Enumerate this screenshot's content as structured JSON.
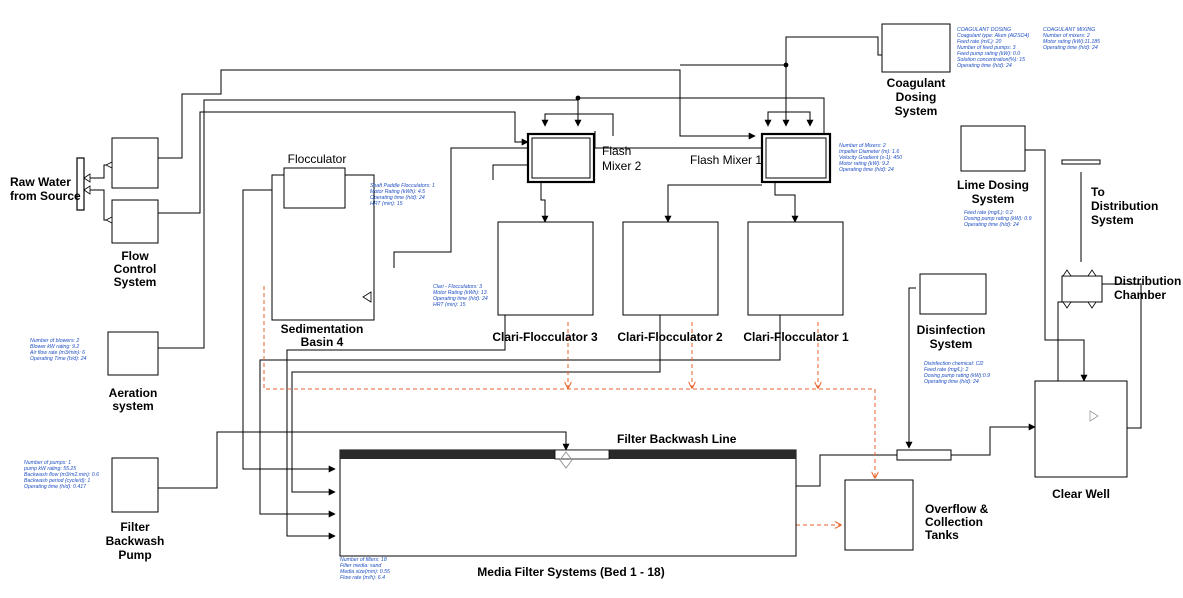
{
  "colors": {
    "block_stroke": "#000000",
    "wire": "#000000",
    "overflow_wire": "#e8622a",
    "note_text": "#1f4fc4",
    "bar_fill": "#2a2a2a"
  },
  "labels": {
    "raw_water": [
      "Raw Water",
      "from Source"
    ],
    "flow_control": [
      "Flow",
      "Control",
      "System"
    ],
    "aeration": [
      "Aeration",
      "system"
    ],
    "backwash_pump": [
      "Filter",
      "Backwash",
      "Pump"
    ],
    "flocculator": "Flocculator",
    "sedimentation": [
      "Sedimentation",
      "Basin 4"
    ],
    "flash_mixer_2": [
      "Flash",
      "Mixer 2"
    ],
    "flash_mixer_1": "Flash Mixer 1",
    "coagulant": [
      "Coagulant",
      "Dosing",
      "System"
    ],
    "clari_3": "Clari-Flocculator 3",
    "clari_2": "Clari-Flocculator 2",
    "clari_1": "Clari-Flocculator 1",
    "lime": [
      "Lime Dosing",
      "System"
    ],
    "to_distribution": [
      "To",
      "Distribution",
      "System"
    ],
    "distribution_chamber": [
      "Distribution",
      "Chamber"
    ],
    "disinfection": [
      "Disinfection",
      "System"
    ],
    "clear_well": "Clear Well",
    "filter_backwash_line": "Filter Backwash Line",
    "overflow": [
      "Overflow &",
      "Collection",
      "Tanks"
    ],
    "media_filter": "Media Filter Systems (Bed 1 - 18)"
  },
  "notes": {
    "coagulant_dosing": [
      "COAGULANT DOSING",
      "Coagulant type: Alum (Al2SO4)",
      "Feed rate (m/L): 20",
      "Number of feed pumps: 3",
      "Feed pump rating (kW): 0.0",
      "Solution concentration(%): 15",
      "Operating time (h/d): 24"
    ],
    "coagulant_mixing": [
      "COAGULANT MIXING",
      "Number of mixers: 2",
      "Motor rating (kW):11.185",
      "Operating time (h/d): 24"
    ],
    "flash_mixer": [
      "Number of Mixers: 2",
      "Impeller Diameter (m): 1.6",
      "Velocity Gradient (s-1): 450",
      "Motor rating (kW): 9.2",
      "Operating time (h/d): 24"
    ],
    "flocculator": [
      "Shaft Paddle Flocculators: 1",
      "Motor Rating (kWh): 4.5",
      "Operating time (h/d): 24",
      "HRT (min): 15"
    ],
    "clari": [
      "Clari - Flocculators: 3",
      "Motor Rating (kWh): 13",
      "Operating time (h/d): 24",
      "HRT (min): 15"
    ],
    "lime": [
      "Feed rate (mg/L): 0.2",
      "Dosing pump rating (kW): 0.9",
      "Operating time (h/d): 24"
    ],
    "disinfection": [
      "Disinfection chemical: Cl2",
      "Feed rate (mg/L): 2",
      "Dosing pump rating (kW):0.9",
      "Operating time (h/d): 24"
    ],
    "aeration": [
      "Number of blowers: 2",
      "Blower kW rating: 9.2",
      "Air flow rate (m3/min): 6",
      "Operating Time (h/d): 24"
    ],
    "backwash_pump": [
      "Number of pumps: 1",
      "pump kW rating: 55.25",
      "Backwash flow (m3/m2.min): 0.6",
      "Backwash period (cycle/d): 1",
      "Operating time (h/d): 0.417"
    ],
    "media_filter": [
      "Number of filters: 18",
      "Filter media: sand",
      "Media size(mm): 0.55",
      "Flow rate (m/h): 6.4"
    ]
  }
}
